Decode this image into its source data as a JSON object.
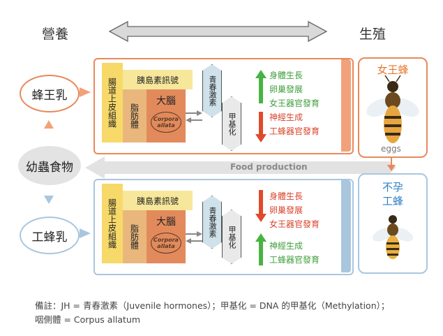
{
  "header": {
    "left": "營養",
    "right": "生殖"
  },
  "left": {
    "royal_jelly": "蜂王乳",
    "larval_food": "幼蟲食物",
    "worker_jelly": "工蜂乳"
  },
  "food_production": "Food production",
  "queen": {
    "label": "女王蜂",
    "eggs": "eggs"
  },
  "worker": {
    "label_line1": "不孕",
    "label_line2": "工蜂"
  },
  "top_panel": {
    "gut": "腸道上皮組織",
    "fat": "脂肪體",
    "insulin": "胰島素訊號",
    "brain": "大腦",
    "corpora": "Corpora allata",
    "jh": "青春激素",
    "meth": "甲基化",
    "up_items": [
      "身體生長",
      "卵巢發展",
      "女王器官發育"
    ],
    "down_items": [
      "神經生成",
      "工蜂器官發育"
    ]
  },
  "bottom_panel": {
    "gut": "腸道上皮組織",
    "fat": "脂肪體",
    "insulin": "胰島素訊號",
    "brain": "大腦",
    "corpora": "Corpora allata",
    "jh": "青春激素",
    "meth": "甲基化",
    "down_items": [
      "身體生長",
      "卵巢發展",
      "女王器官發育"
    ],
    "up_items": [
      "神經生成",
      "工蜂器官發育"
    ]
  },
  "note": {
    "line1": "備註：JH = 青春激素（Juvenile hormones）；甲基化 = DNA 的甲基化（Methylation）；",
    "line2": "咽側體 = Corpus allatum"
  },
  "colors": {
    "orange": "#e8895a",
    "orange_light": "#f2a17a",
    "blue": "#a9c6df",
    "yellow": "#f7e79a",
    "tan": "#e9b77c",
    "salmon": "#e28a5c",
    "up_green": "#48b343",
    "down_red": "#e04a2b",
    "text_green": "#3e9e3a",
    "text_red": "#d8432a"
  }
}
